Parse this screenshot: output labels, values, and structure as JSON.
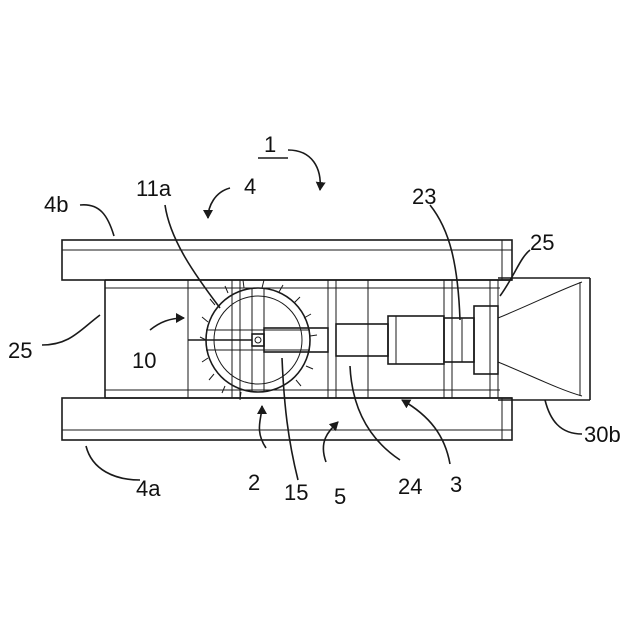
{
  "figure": {
    "labels": {
      "assembly": "1",
      "frame_top_ref": "4",
      "frame_top": "4b",
      "frame_bottom": "4a",
      "turbine_blade": "11a",
      "end_plate_left": "25",
      "end_plate_right": "25",
      "shaft_end": "10",
      "turbine": "2",
      "shaft": "15",
      "frame_space": "5",
      "coupling": "24",
      "generator": "3",
      "housing": "23",
      "outlet": "30b"
    }
  }
}
